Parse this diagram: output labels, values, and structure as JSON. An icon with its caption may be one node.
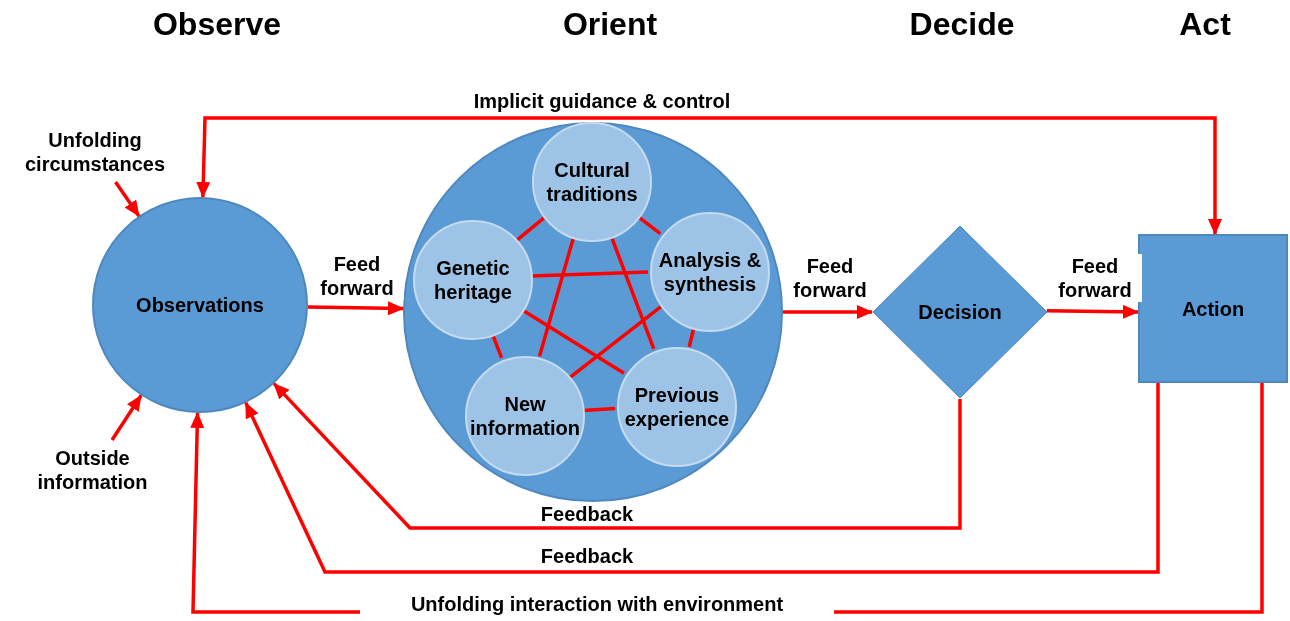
{
  "diagram": {
    "nodes": [
      {
        "text": [
          "Unfolding circumstances"
        ]
      },
      {
        "text": [
          "Outside information"
        ]
      },
      {
        "text": [
          "Observations"
        ]
      },
      {
        "text": [],
        "shape": "circle"
      },
      {
        "text": [
          "Cultural traditions"
        ],
        "in": 3
      },
      {
        "text": [
          "Genetic heritage"
        ],
        "in": 3
      },
      {
        "text": [
          "Analysis & synthesis"
        ],
        "in": 3
      },
      {
        "text": [
          "New information"
        ],
        "in": 3
      },
      {
        "text": [
          "Previous experience"
        ],
        "in": 3
      },
      {
        "text": [
          "Decision"
        ]
      },
      {
        "text": [
          "Action"
        ]
      }
    ],
    "edges": [
      {
        "from": 0,
        "to": 2,
        "arrow": "to"
      },
      {
        "from": 1,
        "to": 2,
        "arrow": "to"
      },
      {
        "from": 2,
        "to": 3,
        "arrow": "to",
        "label": "Feed forward"
      },
      {
        "from": 3,
        "to": 9,
        "arrow": "to",
        "label": "Feed forward"
      },
      {
        "from": 9,
        "to": 10,
        "arrow": "to",
        "label": "Feed forward"
      },
      {
        "from": 2,
        "to": 10,
        "arrow": "both",
        "label": "Implicit guidance & control"
      },
      {
        "from": 9,
        "to": 2,
        "arrow": "to",
        "label": "Feedback"
      },
      {
        "from": 10,
        "to": 2,
        "arrow": "to",
        "label": "Feedback"
      },
      {
        "from": 10,
        "to": 2,
        "arrow": "to",
        "label": "Unfolding interaction with environment"
      },
      {
        "from": 4,
        "to": 6,
        "arrow": "none"
      },
      {
        "from": 6,
        "to": 8,
        "arrow": "none"
      },
      {
        "from": 8,
        "to": 7,
        "arrow": "none"
      },
      {
        "from": 7,
        "to": 5,
        "arrow": "none"
      },
      {
        "from": 5,
        "to": 4,
        "arrow": "none"
      },
      {
        "from": 4,
        "to": 7,
        "arrow": "none"
      },
      {
        "from": 4,
        "to": 8,
        "arrow": "none"
      },
      {
        "from": 5,
        "to": 6,
        "arrow": "none"
      },
      {
        "from": 5,
        "to": 8,
        "arrow": "none"
      },
      {
        "from": 6,
        "to": 7,
        "arrow": "none"
      }
    ],
    "labels": [
      "Observe",
      "Orient",
      "Decide",
      "Act"
    ]
  }
}
